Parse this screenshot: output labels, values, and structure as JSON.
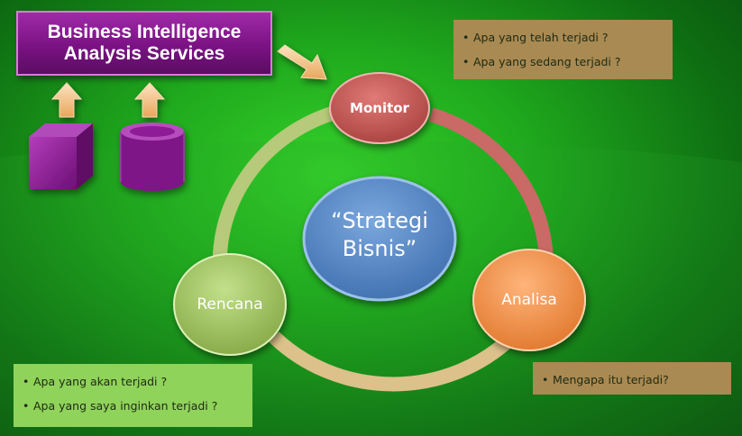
{
  "title": "Business Intelligence\nAnalysis Services",
  "center": {
    "line1": "“Strategi",
    "line2": "Bisnis”"
  },
  "nodes": {
    "monitor": "Monitor",
    "analisa": "Analisa",
    "rencana": "Rencana"
  },
  "questions": {
    "monitor": [
      "Apa yang telah terjadi ?",
      "Apa yang sedang terjadi ?"
    ],
    "analisa": [
      "Mengapa itu terjadi?"
    ],
    "rencana": [
      "Apa yang akan terjadi ?",
      "Apa yang saya inginkan terjadi ?"
    ]
  },
  "colors": {
    "monitor": "#c0504d",
    "analisa": "#f79646",
    "rencana": "#9bbb59",
    "center": "#4f81bd",
    "title_box": "#7a1283",
    "cube": "#8e1a96"
  },
  "icons": [
    "cube-icon",
    "database-cylinder-icon",
    "up-arrow-icon",
    "diagonal-arrow-icon"
  ]
}
